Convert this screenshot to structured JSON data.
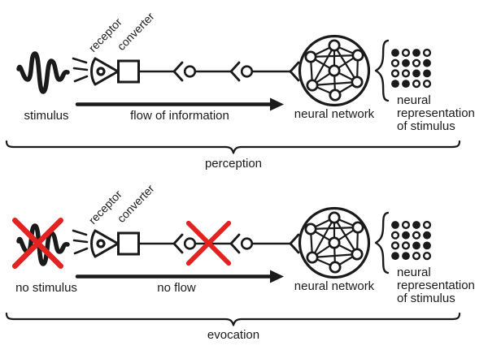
{
  "title": "perception vs evocation neural diagram",
  "colors": {
    "ink": "#1a1a1a",
    "cross": "#e32222",
    "background": "#ffffff"
  },
  "perception": {
    "stimulus_label": "stimulus",
    "receptor_label": "receptor",
    "converter_label": "converter",
    "flow_label": "flow of information",
    "network_label": "neural network",
    "representation_label": [
      "neural",
      "representation",
      "of stimulus"
    ],
    "phase_label": "perception",
    "representation_pattern": [
      "1010",
      "0101",
      "0011",
      "1100"
    ]
  },
  "evocation": {
    "stimulus_label": "no stimulus",
    "receptor_label": "receptor",
    "converter_label": "converter",
    "flow_label": "no flow",
    "network_label": "neural network",
    "representation_label": [
      "neural",
      "representation",
      "of stimulus"
    ],
    "phase_label": "evocation",
    "representation_pattern": [
      "1010",
      "0101",
      "0011",
      "1100"
    ],
    "crossed_out": [
      "stimulus",
      "signal-path"
    ]
  }
}
